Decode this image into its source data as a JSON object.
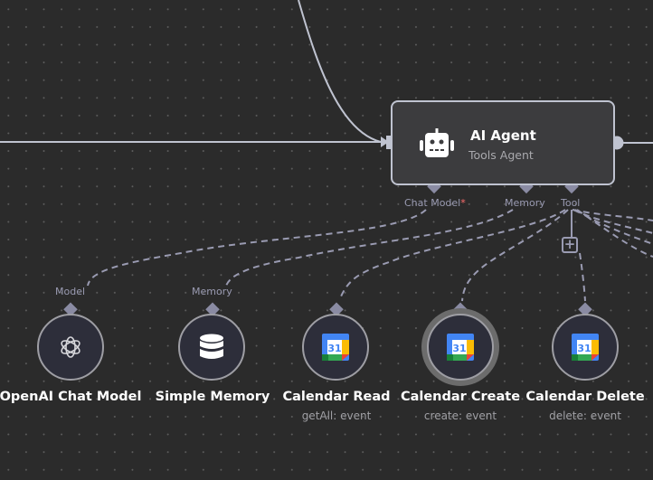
{
  "canvas": {
    "background": "#2b2b2b",
    "edge_color": "#bfc3d0",
    "sub_edge_color": "#9a9bb2"
  },
  "agent_node": {
    "title": "AI Agent",
    "subtitle": "Tools Agent",
    "icon": "robot-icon",
    "handles": {
      "chat_model": "Chat Model",
      "chat_model_required": "*",
      "memory": "Memory",
      "tool": "Tool"
    },
    "add_tool_label": "+"
  },
  "sub_nodes": [
    {
      "title": "OpenAI Chat Model",
      "subtitle": "",
      "handle_label": "Model",
      "icon": "openai-icon",
      "selected": false
    },
    {
      "title": "Simple Memory",
      "subtitle": "",
      "handle_label": "Memory",
      "icon": "database-icon",
      "selected": false
    },
    {
      "title": "Calendar Read",
      "subtitle": "getAll: event",
      "handle_label": "",
      "icon": "google-calendar-icon",
      "calendar_day": "31",
      "selected": false
    },
    {
      "title": "Calendar Create",
      "subtitle": "create: event",
      "handle_label": "",
      "icon": "google-calendar-icon",
      "calendar_day": "31",
      "selected": true
    },
    {
      "title": "Calendar Delete",
      "subtitle": "delete: event",
      "handle_label": "",
      "icon": "google-calendar-icon",
      "calendar_day": "31",
      "selected": false
    }
  ]
}
